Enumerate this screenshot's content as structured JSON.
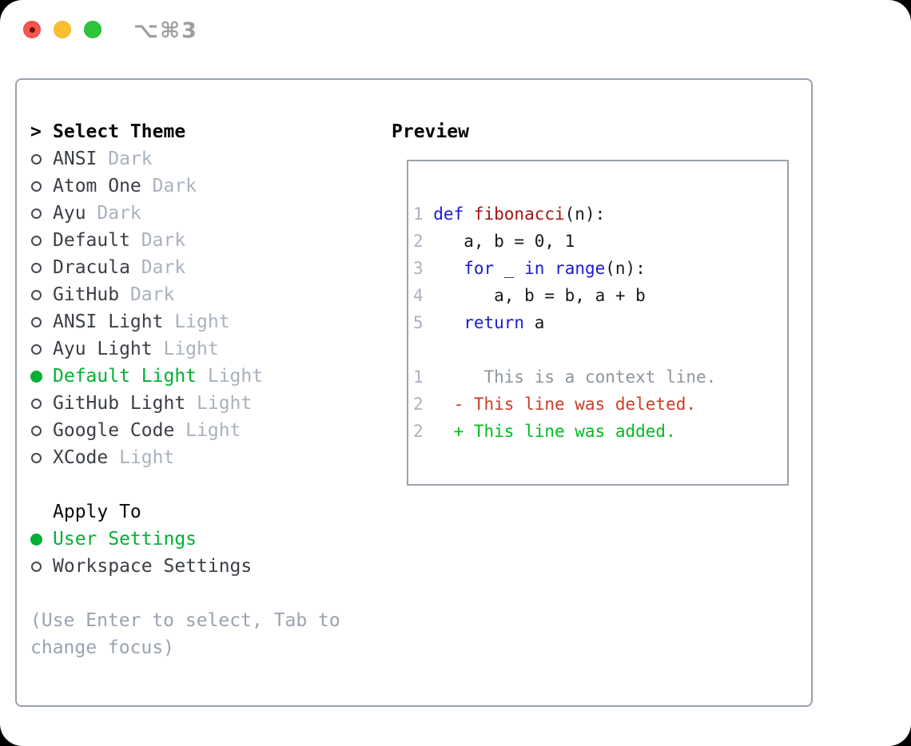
{
  "titlebar": {
    "title": "⌥⌘3"
  },
  "theme_selector": {
    "header_prefix": ">",
    "header_label": "Select Theme",
    "items": [
      {
        "name": "ANSI",
        "variant": "Dark",
        "selected": false
      },
      {
        "name": "Atom One",
        "variant": "Dark",
        "selected": false
      },
      {
        "name": "Ayu",
        "variant": "Dark",
        "selected": false
      },
      {
        "name": "Default",
        "variant": "Dark",
        "selected": false
      },
      {
        "name": "Dracula",
        "variant": "Dark",
        "selected": false
      },
      {
        "name": "GitHub",
        "variant": "Dark",
        "selected": false
      },
      {
        "name": "ANSI Light",
        "variant": "Light",
        "selected": false
      },
      {
        "name": "Ayu Light",
        "variant": "Light",
        "selected": false
      },
      {
        "name": "Default Light",
        "variant": "Light",
        "selected": true
      },
      {
        "name": "GitHub Light",
        "variant": "Light",
        "selected": false
      },
      {
        "name": "Google Code",
        "variant": "Light",
        "selected": false
      },
      {
        "name": "XCode",
        "variant": "Light",
        "selected": false
      }
    ],
    "apply_to": {
      "label": "Apply To",
      "options": [
        {
          "name": "User Settings",
          "selected": true
        },
        {
          "name": "Workspace Settings",
          "selected": false
        }
      ]
    },
    "hint_lines": [
      "(Use Enter to select, Tab to",
      "change focus)"
    ]
  },
  "preview": {
    "label": "Preview",
    "code_lines": [
      {
        "number": "1",
        "tokens": [
          {
            "text": "def ",
            "type": "keyword"
          },
          {
            "text": "fibonacci",
            "type": "function"
          },
          {
            "text": "(n):",
            "type": "plain"
          }
        ]
      },
      {
        "number": "2",
        "tokens": [
          {
            "text": "   a, b = 0, 1",
            "type": "plain"
          }
        ]
      },
      {
        "number": "3",
        "tokens": [
          {
            "text": "   ",
            "type": "plain"
          },
          {
            "text": "for",
            "type": "keyword"
          },
          {
            "text": " _ ",
            "type": "plain"
          },
          {
            "text": "in",
            "type": "keyword"
          },
          {
            "text": " ",
            "type": "plain"
          },
          {
            "text": "range",
            "type": "keyword"
          },
          {
            "text": "(n):",
            "type": "plain"
          }
        ]
      },
      {
        "number": "4",
        "tokens": [
          {
            "text": "      a, b = b, a + b",
            "type": "plain"
          }
        ]
      },
      {
        "number": "5",
        "tokens": [
          {
            "text": "   ",
            "type": "plain"
          },
          {
            "text": "return",
            "type": "keyword"
          },
          {
            "text": " a",
            "type": "plain"
          }
        ]
      }
    ],
    "diff_lines": [
      {
        "number": "1",
        "text": "     This is a context line.",
        "type": "context"
      },
      {
        "number": "2",
        "text": "  - This line was deleted.",
        "type": "deleted"
      },
      {
        "number": "2",
        "text": "  + This line was added.",
        "type": "added"
      }
    ]
  },
  "colors": {
    "selected_green": "#00b034",
    "diff_added_green": "#00bc1f",
    "diff_deleted_red": "#c93d27",
    "keyword_blue": "#1b1ad4",
    "function_maroon": "#a51515",
    "muted_gray": "#a9b2bd",
    "context_gray": "#8e959d",
    "text_dark": "#3a3f45",
    "border_gray": "#9aa2ad",
    "traffic_red": "#f4574e",
    "traffic_yellow": "#fcbe2f",
    "traffic_green": "#2cc53b"
  }
}
